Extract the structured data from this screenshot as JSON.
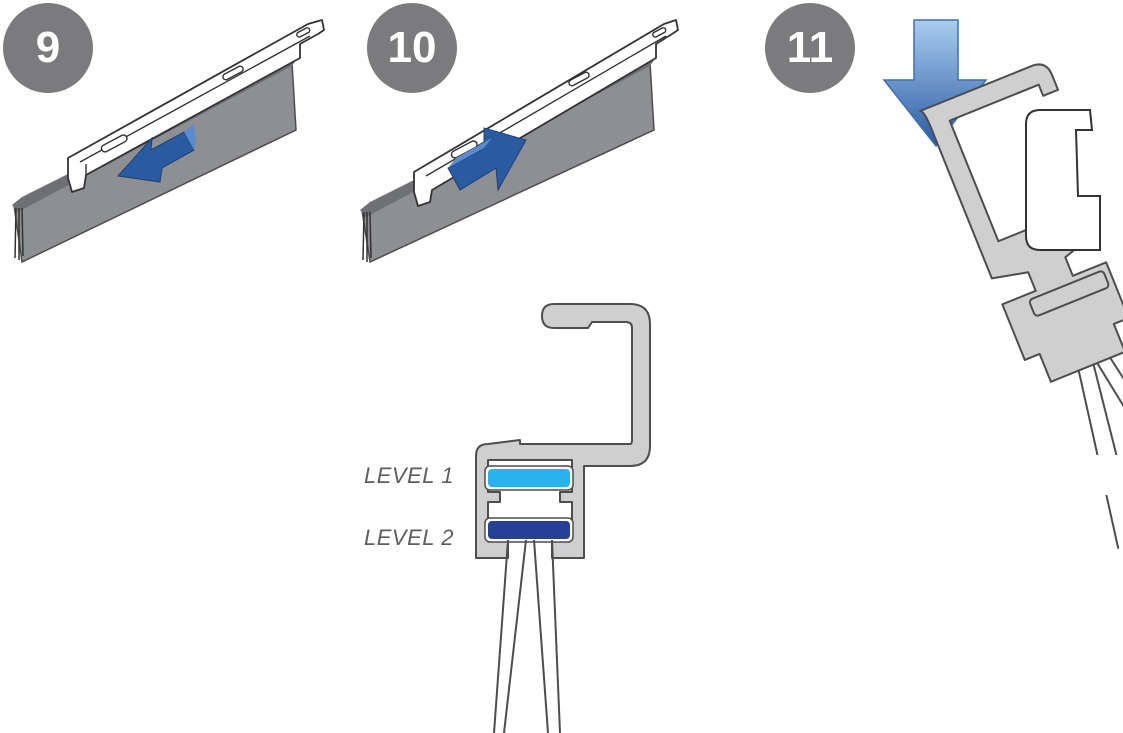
{
  "steps": [
    {
      "number": "9"
    },
    {
      "number": "10"
    },
    {
      "number": "11"
    }
  ],
  "levels": {
    "level1": "LEVEL 1",
    "level2": "LEVEL 2"
  },
  "colors": {
    "badge": "#7b7b7d",
    "arrow_dark": "#2a5aa0",
    "arrow_light": "#6fa7dc",
    "level1_fill": "#27b4ec",
    "level2_fill": "#283f96",
    "profile_fill": "#cfcfd0",
    "profile_stroke": "#4d4d4f",
    "seal_gray": "#8e8f92"
  },
  "icons": {
    "slide_left": "arrow-left-icon",
    "slide_right": "arrow-right-icon",
    "press_down": "arrow-down-icon"
  }
}
